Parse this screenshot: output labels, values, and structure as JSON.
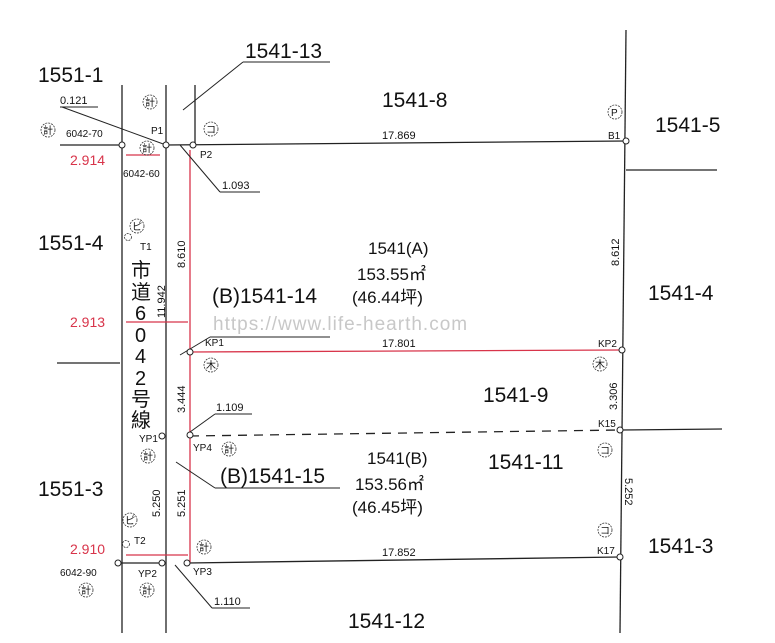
{
  "lots": {
    "l1551_1": "1551-1",
    "l1541_13": "1541-13",
    "l1541_8": "1541-8",
    "l1541_5": "1541-5",
    "l1551_4": "1551-4",
    "l1541_4": "1541-4",
    "l1541_9": "1541-9",
    "l1541_11": "1541-11",
    "l1551_3": "1551-3",
    "l1541_3": "1541-3",
    "l1541_12": "1541-12",
    "b1541_14": "(B)1541-14",
    "b1541_15": "(B)1541-15"
  },
  "parcel_a": {
    "name": "1541(A)",
    "area_m2": "153.55㎡",
    "area_tsubo": "(46.44坪)"
  },
  "parcel_b": {
    "name": "1541(B)",
    "area_m2": "153.56㎡",
    "area_tsubo": "(46.45坪)"
  },
  "road": {
    "chars": [
      "市",
      "道",
      "6",
      "0",
      "4",
      "2",
      "号",
      "線"
    ]
  },
  "dimensions": {
    "d0121": "0.121",
    "d17869": "17.869",
    "d1093": "1.093",
    "d8610": "8.610",
    "d11942": "11.942",
    "d8612": "8.612",
    "d17801": "17.801",
    "d3444": "3.444",
    "d3306": "3.306",
    "d1109": "1.109",
    "d5250": "5.250",
    "d5251": "5.251",
    "d5252": "5.252",
    "d17852": "17.852",
    "d1110": "1.110"
  },
  "red_dimensions": {
    "r2914": "2.914",
    "r2913": "2.913",
    "r2910": "2.910"
  },
  "points": {
    "p1": "P1",
    "p2": "P2",
    "b1": "B1",
    "t1": "T1",
    "t2": "T2",
    "kp1": "KP1",
    "kp2": "KP2",
    "k15": "K15",
    "k17": "K17",
    "yp1": "YP1",
    "yp2": "YP2",
    "yp3": "YP3",
    "yp4": "YP4",
    "ref6042_70": "6042-70",
    "ref6042_60": "6042-60",
    "ref6042_90": "6042-90"
  },
  "marks": {
    "kei": "計",
    "ko": "コ",
    "pi": "ピ",
    "ki": "木",
    "p": "P"
  },
  "watermark": "https://www.life-hearth.com"
}
